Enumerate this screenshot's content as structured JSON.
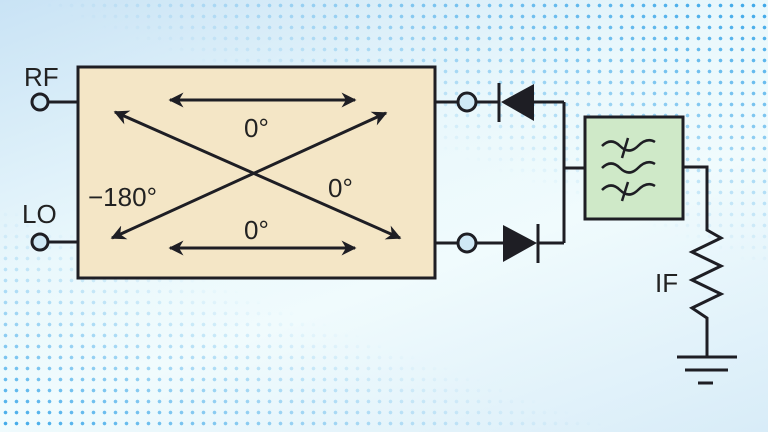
{
  "ports": {
    "rf": "RF",
    "lo": "LO",
    "if": "IF"
  },
  "hybrid": {
    "top_phase": "0°",
    "bottom_phase": "0°",
    "left_phase": "−180°",
    "right_phase": "0°"
  },
  "colors": {
    "hybrid_fill": "#f4e6c6",
    "filter_fill": "#cfe9c8",
    "stroke": "#1e1e24",
    "port_fill": "#cfe8f5"
  }
}
